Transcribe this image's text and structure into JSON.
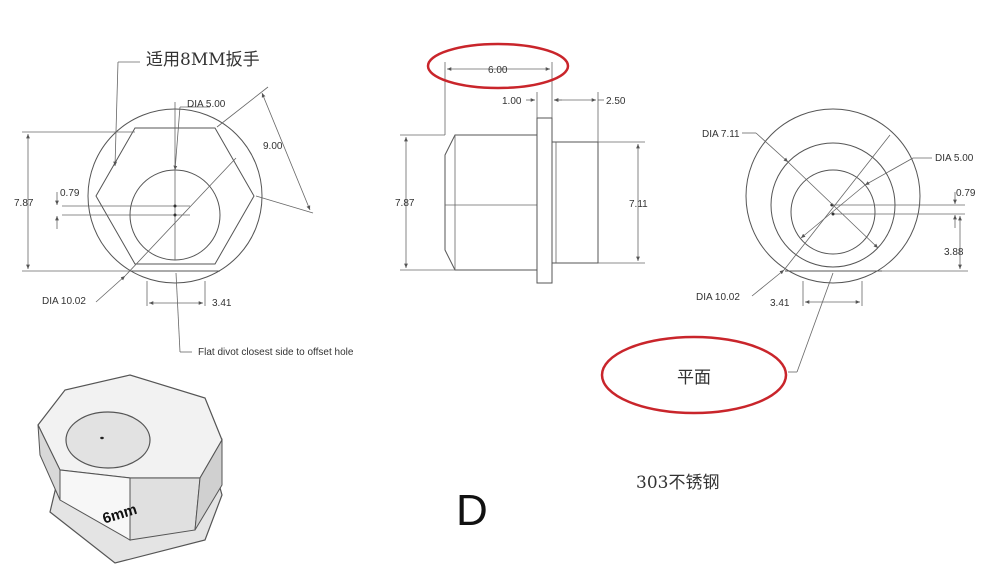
{
  "views": {
    "left": {
      "wrench_note": "适用8MM扳手",
      "dia_inner": "DIA 5.00",
      "across_corners": "9.00",
      "height": "7.87",
      "offset": "0.79",
      "dia_outer": "DIA 10.02",
      "flat_width": "3.41",
      "flat_note": "Flat divot closest side to offset hole"
    },
    "side": {
      "total_length": "6.00",
      "flange_thickness": "1.00",
      "boss_length": "2.50",
      "height": "7.87",
      "boss_dia": "7.11"
    },
    "right": {
      "dia_boss": "DIA 7.11",
      "dia_inner": "DIA 5.00",
      "offset": "0.79",
      "flat_distance": "3.88",
      "dia_outer": "DIA 10.02",
      "flat_width": "3.41",
      "flat_note": "平面"
    }
  },
  "model": {
    "label": "6mm"
  },
  "variant_label": "D",
  "material": "303不锈钢",
  "colors": {
    "highlight_ellipse": "#c9252b",
    "line": "#555555",
    "model_fill": "#ededed"
  }
}
